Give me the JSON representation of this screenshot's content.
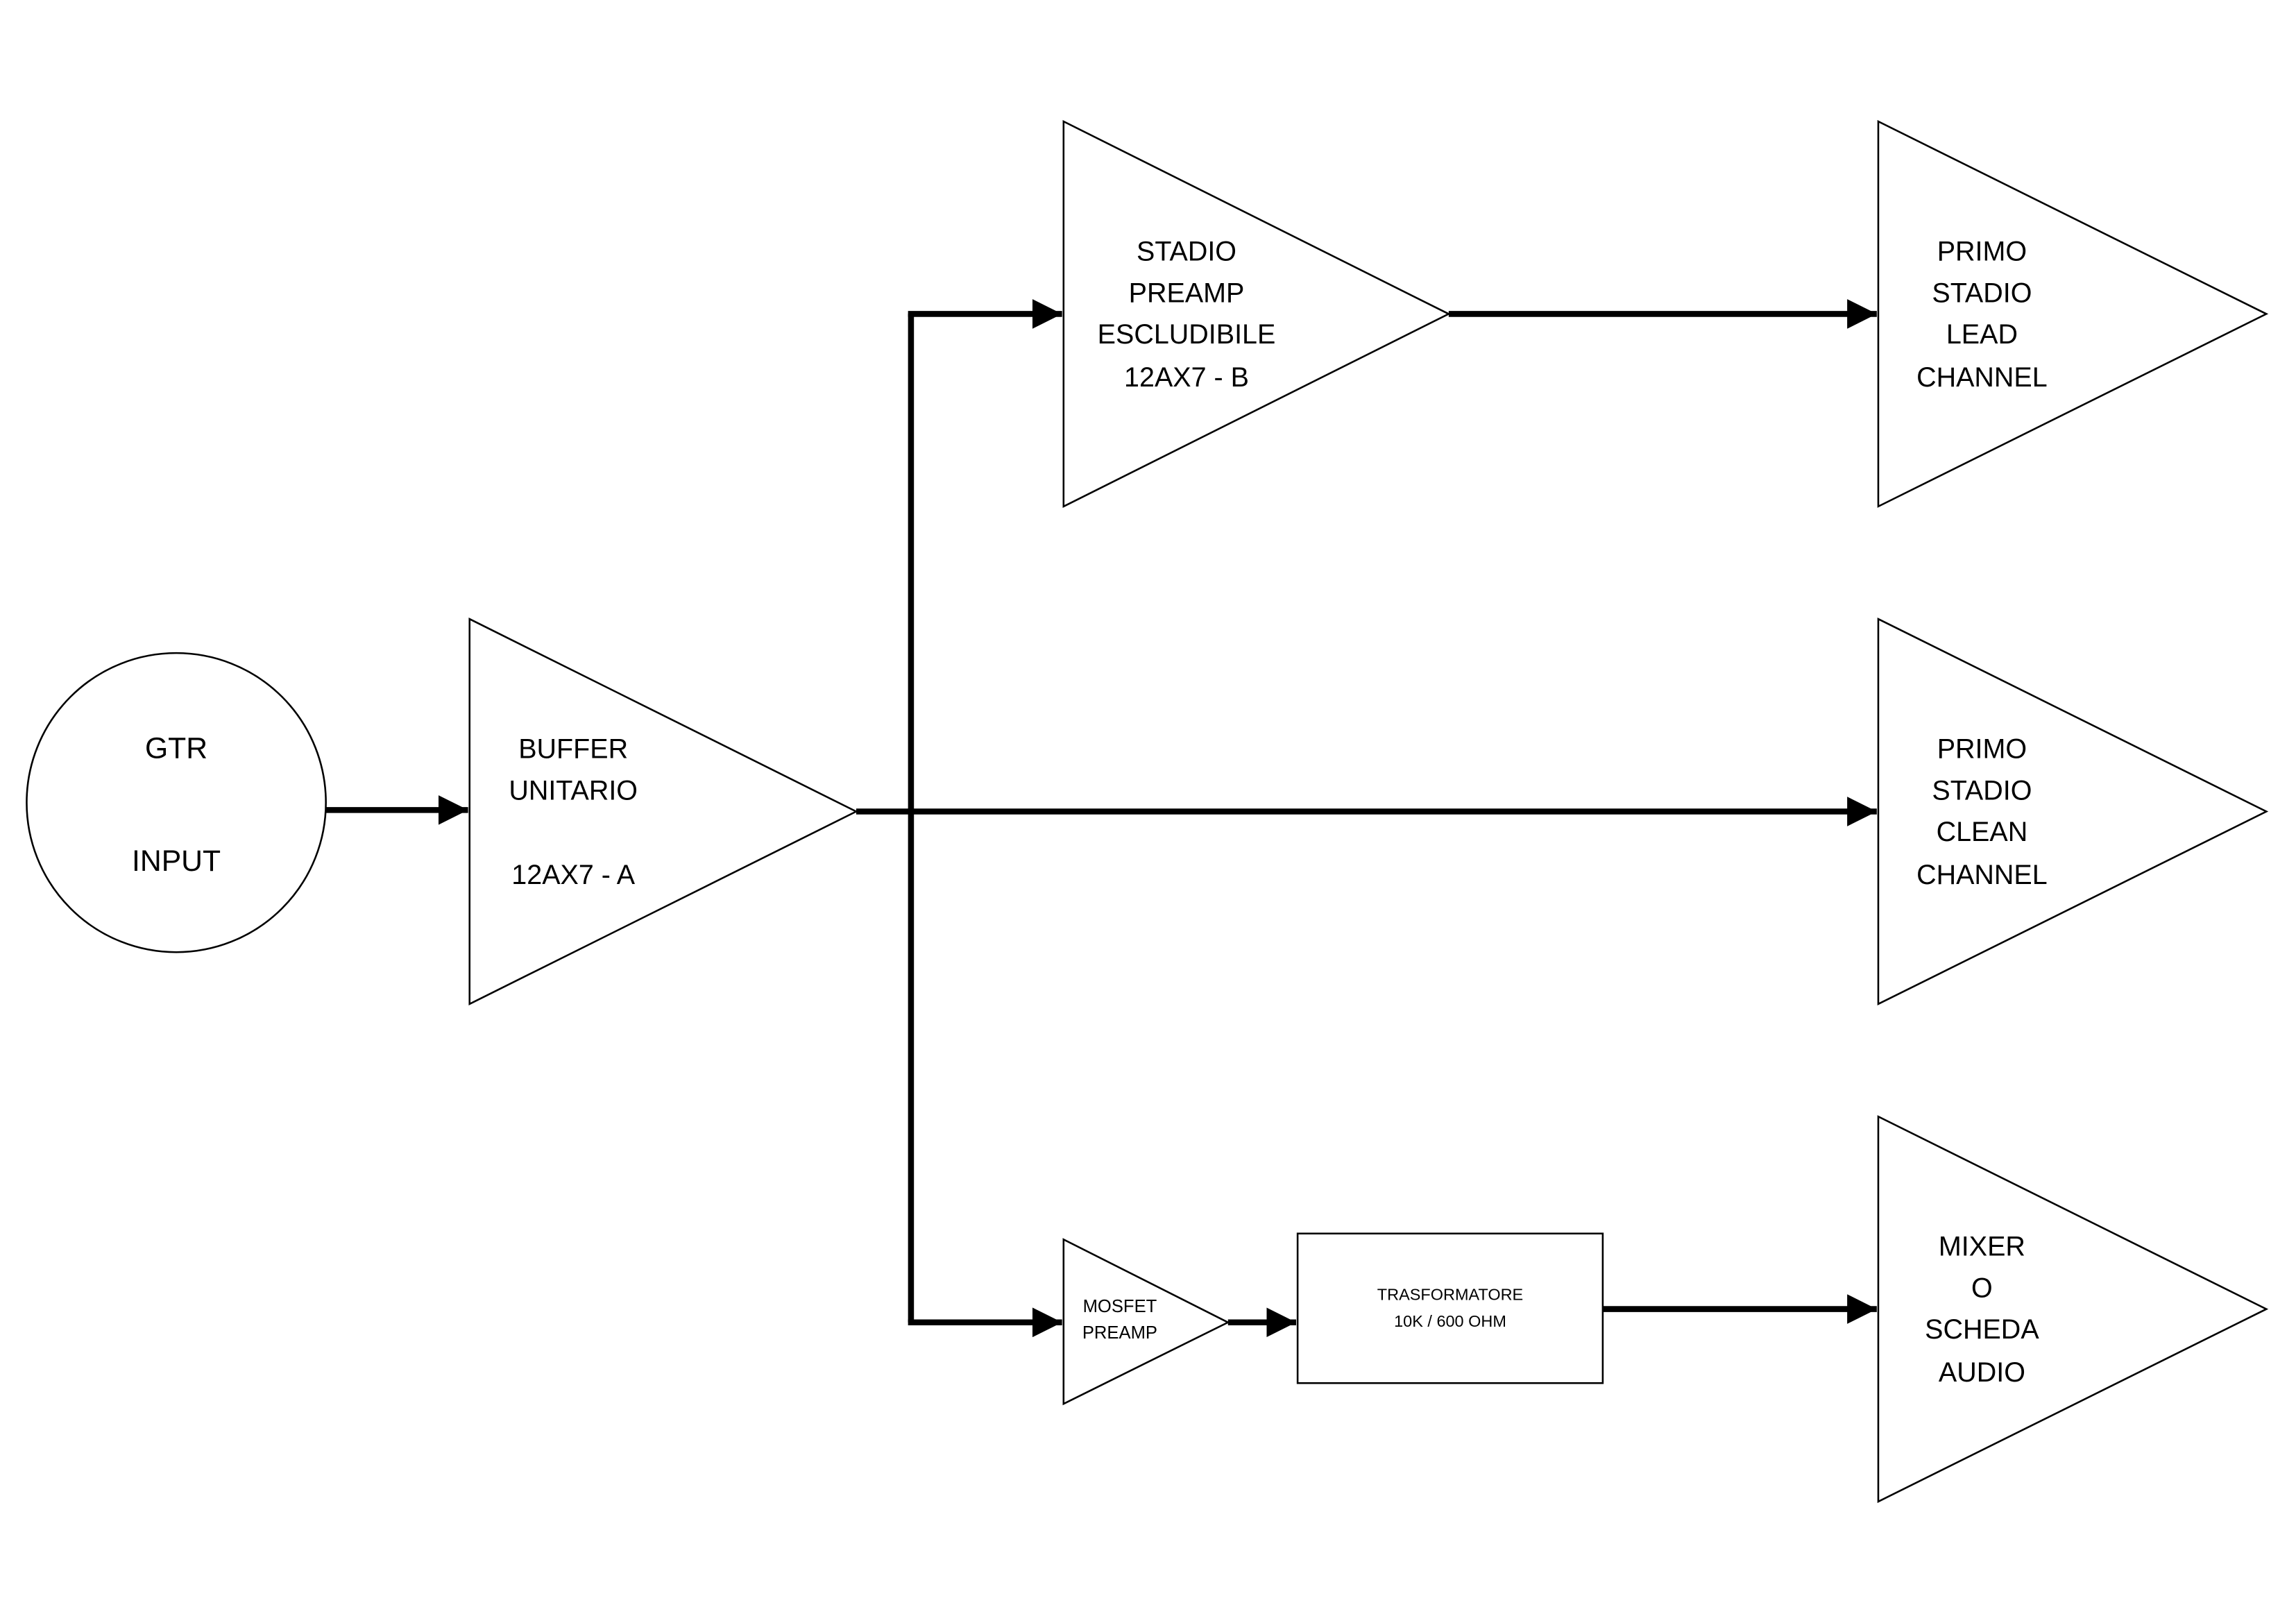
{
  "diagram": {
    "title": "Guitar preamp signal chain block diagram",
    "nodes": {
      "input": {
        "lines": [
          "GTR",
          "INPUT"
        ]
      },
      "buffer": {
        "lines": [
          "BUFFER",
          "UNITARIO",
          "12AX7 - A"
        ]
      },
      "stadio_preamp": {
        "lines": [
          "STADIO",
          "PREAMP",
          "ESCLUDIBILE",
          "12AX7 - B"
        ]
      },
      "lead": {
        "lines": [
          "PRIMO",
          "STADIO",
          "LEAD",
          "CHANNEL"
        ]
      },
      "clean": {
        "lines": [
          "PRIMO",
          "STADIO",
          "CLEAN",
          "CHANNEL"
        ]
      },
      "mosfet": {
        "lines": [
          "MOSFET",
          "PREAMP"
        ]
      },
      "trasformatore": {
        "lines": [
          "TRASFORMATORE",
          "10K / 600 OHM"
        ]
      },
      "mixer": {
        "lines": [
          "MIXER",
          "O",
          "SCHEDA",
          "AUDIO"
        ]
      }
    },
    "connections": [
      [
        "input",
        "buffer"
      ],
      [
        "buffer",
        "stadio_preamp"
      ],
      [
        "buffer",
        "clean"
      ],
      [
        "buffer",
        "mosfet"
      ],
      [
        "stadio_preamp",
        "lead"
      ],
      [
        "mosfet",
        "trasformatore"
      ],
      [
        "trasformatore",
        "mixer"
      ]
    ]
  }
}
